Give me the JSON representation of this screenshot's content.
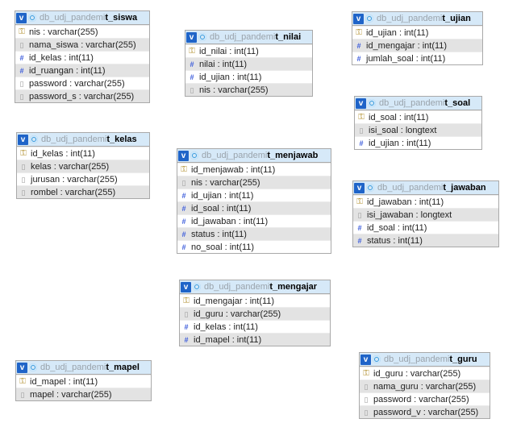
{
  "db": "db_udj_pandemi",
  "tables": [
    {
      "name": "t_siswa",
      "columns": [
        {
          "text": "nis : varchar(255)",
          "icon": "key"
        },
        {
          "text": "nama_siswa : varchar(255)",
          "icon": "txt"
        },
        {
          "text": "id_kelas : int(11)",
          "icon": "num"
        },
        {
          "text": "id_ruangan : int(11)",
          "icon": "num"
        },
        {
          "text": "password : varchar(255)",
          "icon": "txt"
        },
        {
          "text": "password_s : varchar(255)",
          "icon": "txt"
        }
      ]
    },
    {
      "name": "t_nilai",
      "columns": [
        {
          "text": "id_nilai : int(11)",
          "icon": "key"
        },
        {
          "text": "nilai : int(11)",
          "icon": "num"
        },
        {
          "text": "id_ujian : int(11)",
          "icon": "num"
        },
        {
          "text": "nis : varchar(255)",
          "icon": "txt"
        }
      ]
    },
    {
      "name": "t_ujian",
      "columns": [
        {
          "text": "id_ujian : int(11)",
          "icon": "key"
        },
        {
          "text": "id_mengajar : int(11)",
          "icon": "num"
        },
        {
          "text": "jumlah_soal : int(11)",
          "icon": "num"
        }
      ]
    },
    {
      "name": "t_soal",
      "columns": [
        {
          "text": "id_soal : int(11)",
          "icon": "key"
        },
        {
          "text": "isi_soal : longtext",
          "icon": "txt"
        },
        {
          "text": "id_ujian : int(11)",
          "icon": "num"
        }
      ]
    },
    {
      "name": "t_kelas",
      "columns": [
        {
          "text": "id_kelas : int(11)",
          "icon": "key"
        },
        {
          "text": "kelas : varchar(255)",
          "icon": "txt"
        },
        {
          "text": "jurusan : varchar(255)",
          "icon": "txt"
        },
        {
          "text": "rombel : varchar(255)",
          "icon": "txt"
        }
      ]
    },
    {
      "name": "t_menjawab",
      "columns": [
        {
          "text": "id_menjawab : int(11)",
          "icon": "key"
        },
        {
          "text": "nis : varchar(255)",
          "icon": "txt"
        },
        {
          "text": "id_ujian : int(11)",
          "icon": "num"
        },
        {
          "text": "id_soal : int(11)",
          "icon": "num"
        },
        {
          "text": "id_jawaban : int(11)",
          "icon": "num"
        },
        {
          "text": "status : int(11)",
          "icon": "num"
        },
        {
          "text": "no_soal : int(11)",
          "icon": "num"
        }
      ]
    },
    {
      "name": "t_jawaban",
      "columns": [
        {
          "text": "id_jawaban : int(11)",
          "icon": "key"
        },
        {
          "text": "isi_jawaban : longtext",
          "icon": "txt"
        },
        {
          "text": "id_soal : int(11)",
          "icon": "num"
        },
        {
          "text": "status : int(11)",
          "icon": "num"
        }
      ]
    },
    {
      "name": "t_mengajar",
      "columns": [
        {
          "text": "id_mengajar : int(11)",
          "icon": "key"
        },
        {
          "text": "id_guru : varchar(255)",
          "icon": "txt"
        },
        {
          "text": "id_kelas : int(11)",
          "icon": "num"
        },
        {
          "text": "id_mapel : int(11)",
          "icon": "num"
        }
      ]
    },
    {
      "name": "t_mapel",
      "columns": [
        {
          "text": "id_mapel : int(11)",
          "icon": "key"
        },
        {
          "text": "mapel : varchar(255)",
          "icon": "txt"
        }
      ]
    },
    {
      "name": "t_guru",
      "columns": [
        {
          "text": "id_guru : varchar(255)",
          "icon": "key"
        },
        {
          "text": "nama_guru : varchar(255)",
          "icon": "txt"
        },
        {
          "text": "password : varchar(255)",
          "icon": "txt"
        },
        {
          "text": "password_v : varchar(255)",
          "icon": "txt"
        }
      ]
    }
  ]
}
